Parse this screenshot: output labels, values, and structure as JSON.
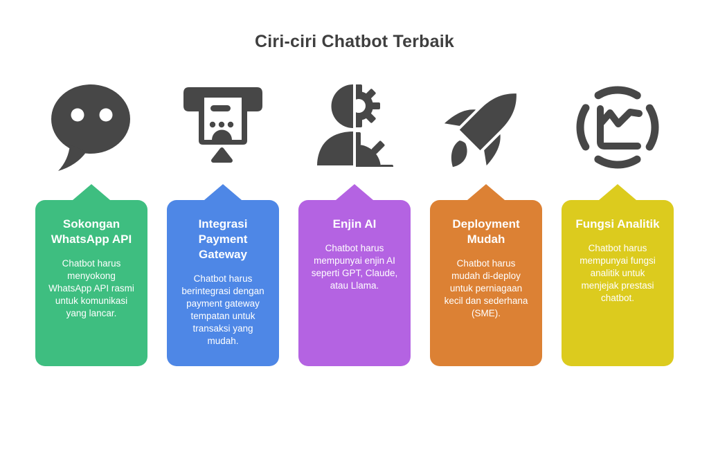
{
  "title": "Ciri-ciri Chatbot Terbaik",
  "colors": {
    "background": "#ffffff",
    "title_text": "#3f3f3f",
    "icon": "#474747",
    "card_text": "#ffffff"
  },
  "cards": [
    {
      "icon": "chat-bubble-icon",
      "color": "#3ebe80",
      "title": "Sokongan WhatsApp API",
      "body": "Chatbot harus menyokong WhatsApp API rasmi untuk komunikasi yang lancar."
    },
    {
      "icon": "payment-terminal-icon",
      "color": "#4e87e6",
      "title": "Integrasi Payment Gateway",
      "body": "Chatbot harus berintegrasi dengan payment gateway tempatan untuk transaksi yang mudah."
    },
    {
      "icon": "person-gear-icon",
      "color": "#b463e2",
      "title": "Enjin AI",
      "body": "Chatbot harus mempunyai enjin AI seperti GPT, Claude, atau Llama."
    },
    {
      "icon": "rocket-icon",
      "color": "#dc8134",
      "title": "Deployment Mudah",
      "body": "Chatbot harus mudah di-deploy untuk perniagaan kecil dan sederhana (SME)."
    },
    {
      "icon": "analytics-chart-icon",
      "color": "#dccb1e",
      "title": "Fungsi Analitik",
      "body": "Chatbot harus mempunyai fungsi analitik untuk menjejak prestasi chatbot."
    }
  ]
}
